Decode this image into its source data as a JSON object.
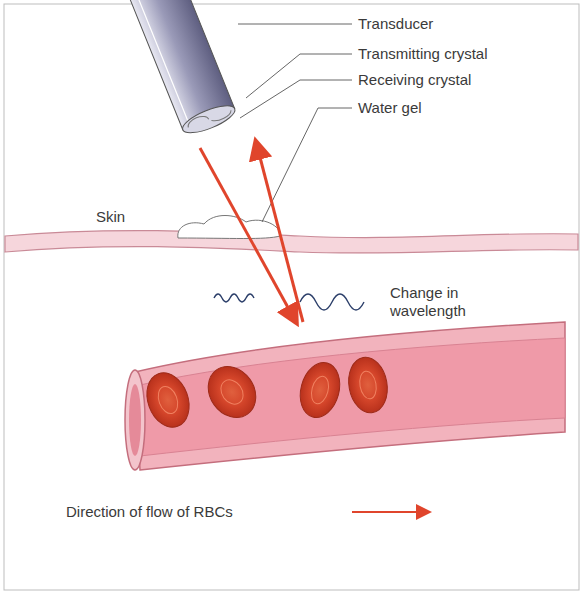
{
  "diagram": {
    "labels": [
      "Transducer",
      "Transmitting crystal",
      "Receiving crystal",
      "Water gel",
      "Skin",
      "Change in wavelength",
      "Direction of flow of RBCs"
    ]
  }
}
